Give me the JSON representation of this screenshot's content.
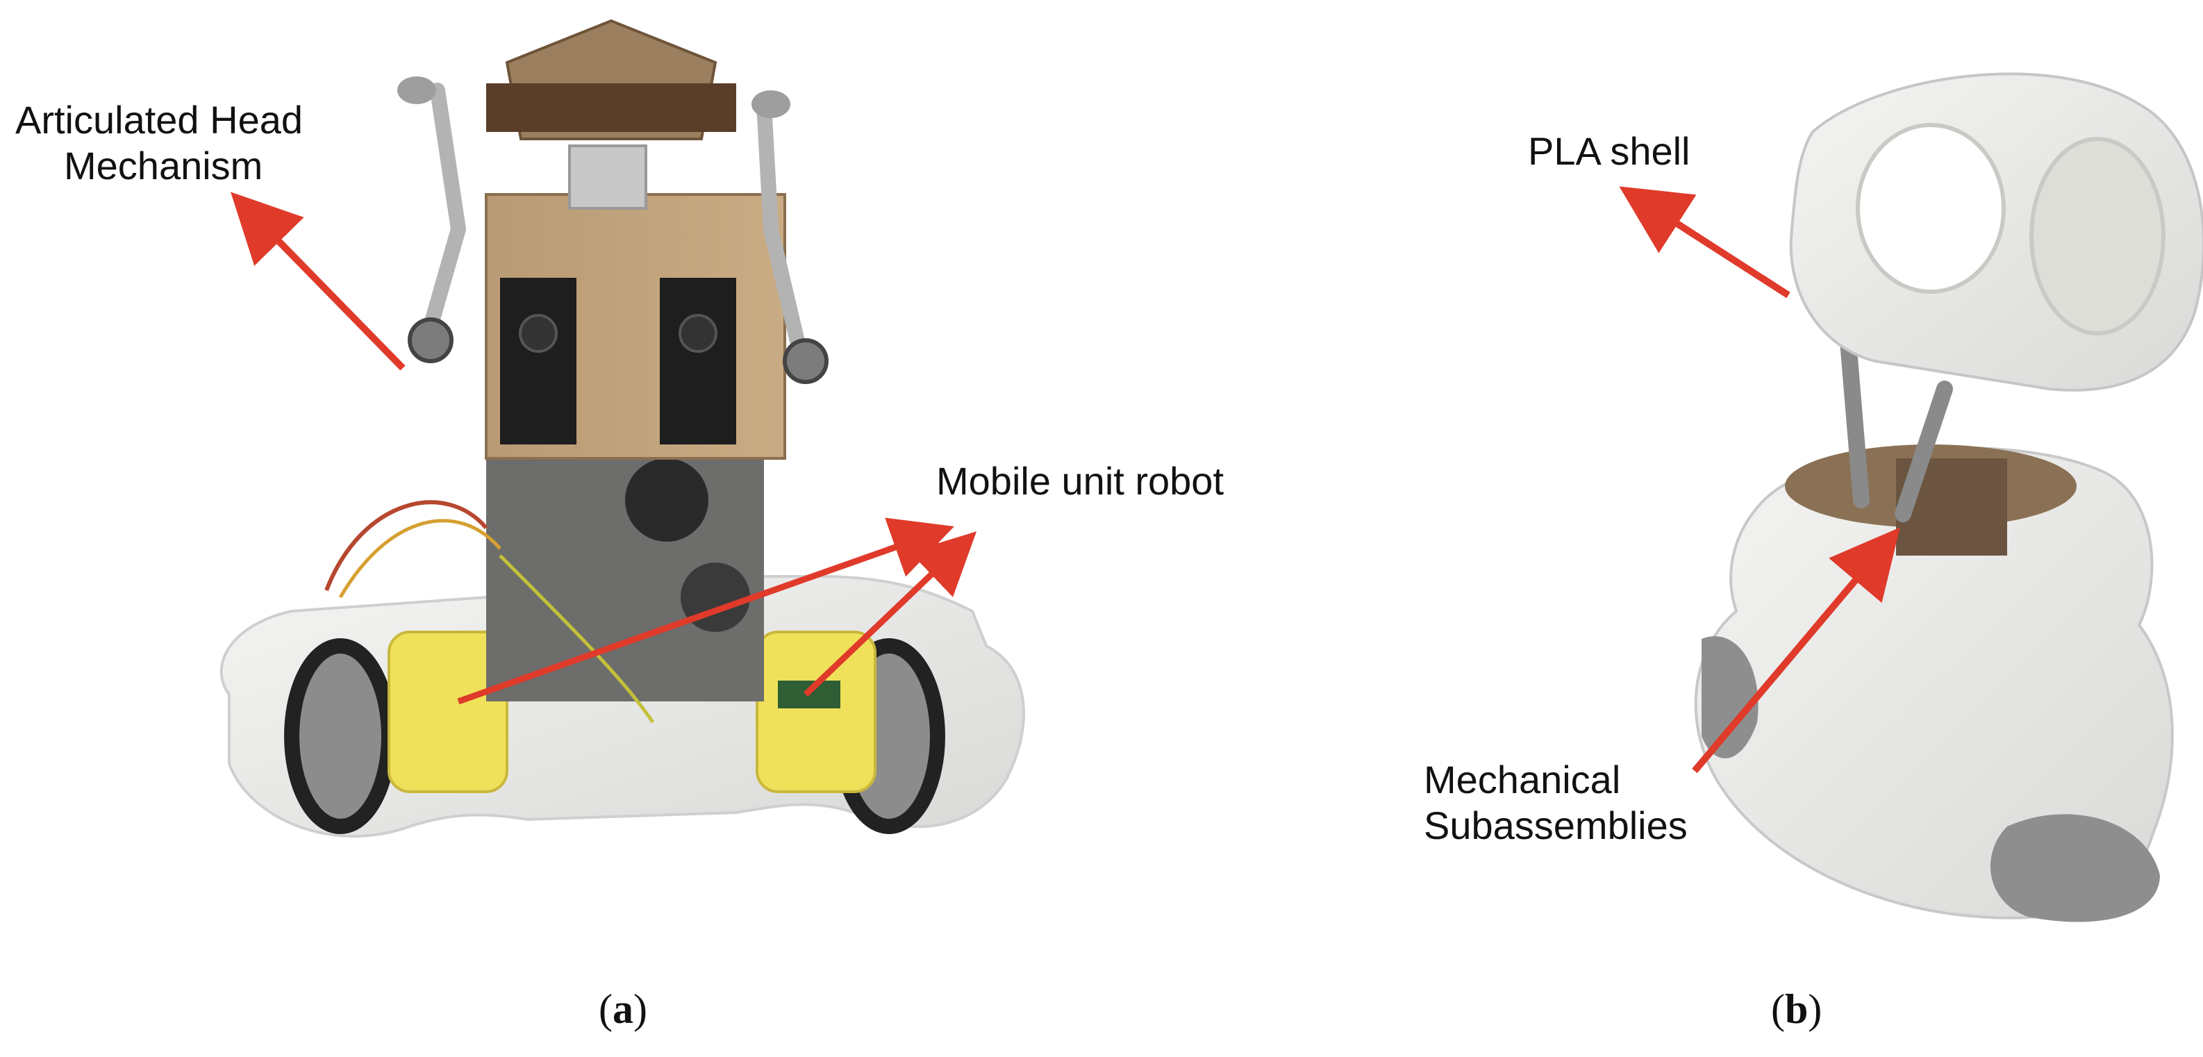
{
  "figure": {
    "labels": {
      "head_mechanism_line1": "Articulated Head",
      "head_mechanism_line2": "Mechanism",
      "mobile_unit": "Mobile unit robot",
      "pla_shell": "PLA shell",
      "mech_sub_line1": "Mechanical",
      "mech_sub_line2": "Subassemblies"
    },
    "captions": {
      "a_open": "(",
      "a_letter": "a",
      "a_close": ")",
      "b_open": "(",
      "b_letter": "b",
      "b_close": ")"
    },
    "colors": {
      "arrow": "#e03a2a",
      "text": "#111111",
      "background": "#ffffff"
    }
  }
}
